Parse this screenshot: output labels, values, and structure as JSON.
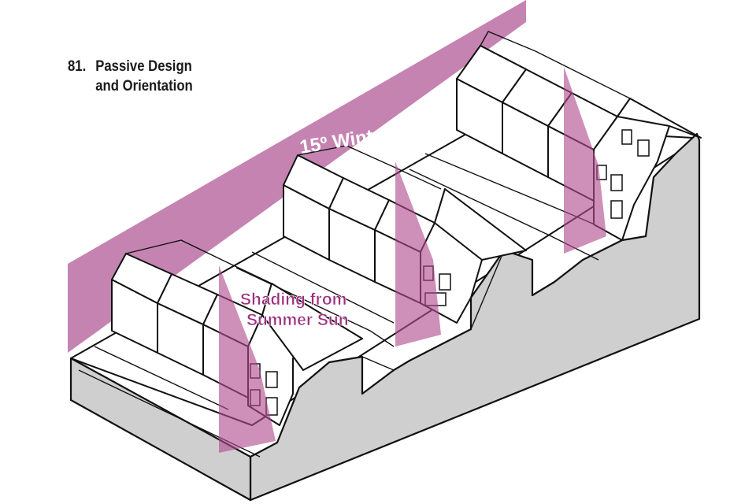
{
  "figure": {
    "number": "81.",
    "title_line1": "Passive  Design",
    "title_line2": "and Orientation"
  },
  "labels": {
    "winter_sun": "15º Winter Sun",
    "summer_line1": "Shading from",
    "summer_line2": "Summer Sun"
  },
  "colors": {
    "sun_plane": "#c583b1",
    "shade": "#b04a8e",
    "label_text_summer": "#9c2f7e",
    "label_text_winter": "#ffffff",
    "terrain_side": "#cfcfcf"
  }
}
